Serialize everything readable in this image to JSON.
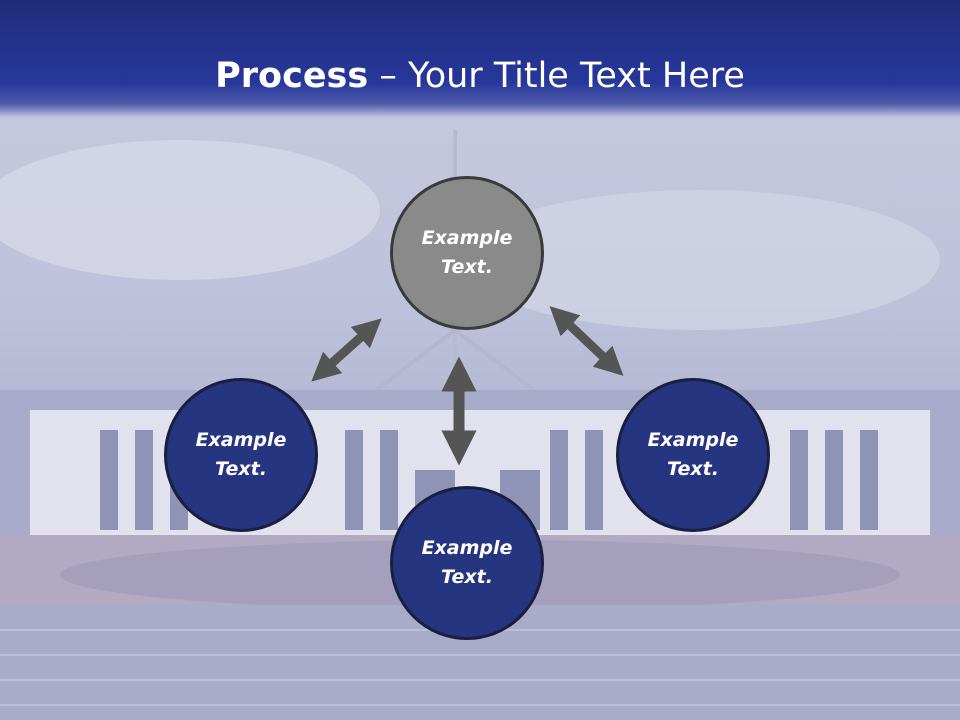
{
  "title": {
    "bold": "Process",
    "dash": " – ",
    "rest": "Your Title Text Here"
  },
  "colors": {
    "header": "#27379a",
    "node_center": "#8a8a8a",
    "node_blue": "#263580",
    "arrow": "#555555"
  },
  "nodes": {
    "top": {
      "line1": "Example",
      "line2": "Text."
    },
    "left": {
      "line1": "Example",
      "line2": "Text."
    },
    "bottom": {
      "line1": "Example",
      "line2": "Text."
    },
    "right": {
      "line1": "Example",
      "line2": "Text."
    }
  }
}
